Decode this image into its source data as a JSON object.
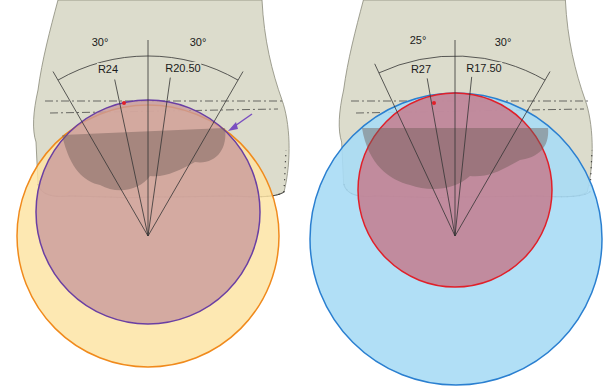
{
  "diagram": {
    "labels": [
      "30°",
      "30°",
      "R24",
      "R20.50",
      "25°",
      "30°",
      "R27",
      "R17.50"
    ]
  }
}
